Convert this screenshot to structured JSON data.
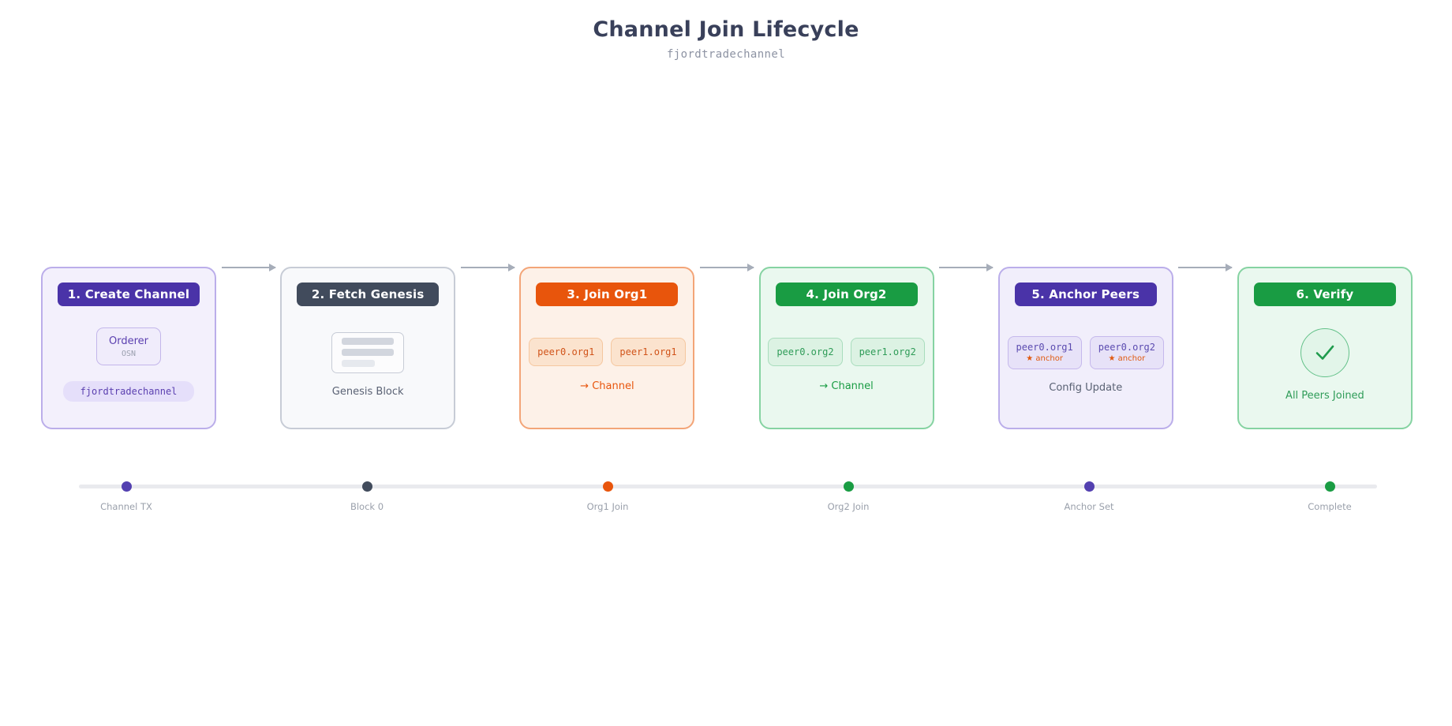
{
  "header": {
    "title": "Channel Join Lifecycle",
    "subtitle": "fjordtradechannel"
  },
  "colors": {
    "purple": "#4a33a8",
    "slate": "#414b5c",
    "orange": "#e8550c",
    "green": "#199c43",
    "track": "#e9eaee",
    "arrow": "#a6adb9"
  },
  "stages": [
    {
      "id": "create-channel",
      "pill_label": "1. Create Channel",
      "pill_color": "#4a33a8",
      "card_border": "#bbaeea",
      "card_bg": "#f3f0fc",
      "node_title": "Orderer",
      "node_sub": "OSN",
      "channel_badge": "fjordtradechannel"
    },
    {
      "id": "fetch-genesis",
      "pill_label": "2. Fetch Genesis",
      "pill_color": "#414b5c",
      "card_border": "#c7ccd6",
      "card_bg": "#f8f9fb",
      "caption": "Genesis Block"
    },
    {
      "id": "join-org1",
      "pill_label": "3. Join Org1",
      "pill_color": "#e8550c",
      "card_border": "#f3a578",
      "card_bg": "#fdf1e8",
      "peer_bg": "#fbe3ce",
      "peer_border": "#f5c79f",
      "peer_text": "#d1541a",
      "peers": [
        "peer0.org1",
        "peer1.org1"
      ],
      "note": "→ Channel",
      "note_color": "#e8550c"
    },
    {
      "id": "join-org2",
      "pill_label": "4. Join Org2",
      "pill_color": "#199c43",
      "card_border": "#86d3a2",
      "card_bg": "#eaf8ef",
      "peer_bg": "#dcf2e3",
      "peer_border": "#a9ddbd",
      "peer_text": "#2f9c58",
      "peers": [
        "peer0.org2",
        "peer1.org2"
      ],
      "note": "→ Channel",
      "note_color": "#199c43"
    },
    {
      "id": "anchor-peers",
      "pill_label": "5. Anchor Peers",
      "pill_color": "#4a33a8",
      "card_border": "#bbaeea",
      "card_bg": "#f1eefb",
      "peer_bg": "#e7e2f8",
      "peer_border": "#c5b8ec",
      "peer_text": "#5b4bb0",
      "peers": [
        "peer0.org1",
        "peer0.org2"
      ],
      "anchor_tag": "★ anchor",
      "caption": "Config Update"
    },
    {
      "id": "verify",
      "pill_label": "6. Verify",
      "pill_color": "#199c43",
      "card_border": "#86d3a2",
      "card_bg": "#eaf8ef",
      "caption": "All Peers Joined",
      "check_icon": "check-icon"
    }
  ],
  "timeline": [
    {
      "label": "Channel TX",
      "color": "#5340b0"
    },
    {
      "label": "Block 0",
      "color": "#414b5c"
    },
    {
      "label": "Org1 Join",
      "color": "#e8550c"
    },
    {
      "label": "Org2 Join",
      "color": "#199c43"
    },
    {
      "label": "Anchor Set",
      "color": "#5340b0"
    },
    {
      "label": "Complete",
      "color": "#199c43"
    }
  ]
}
